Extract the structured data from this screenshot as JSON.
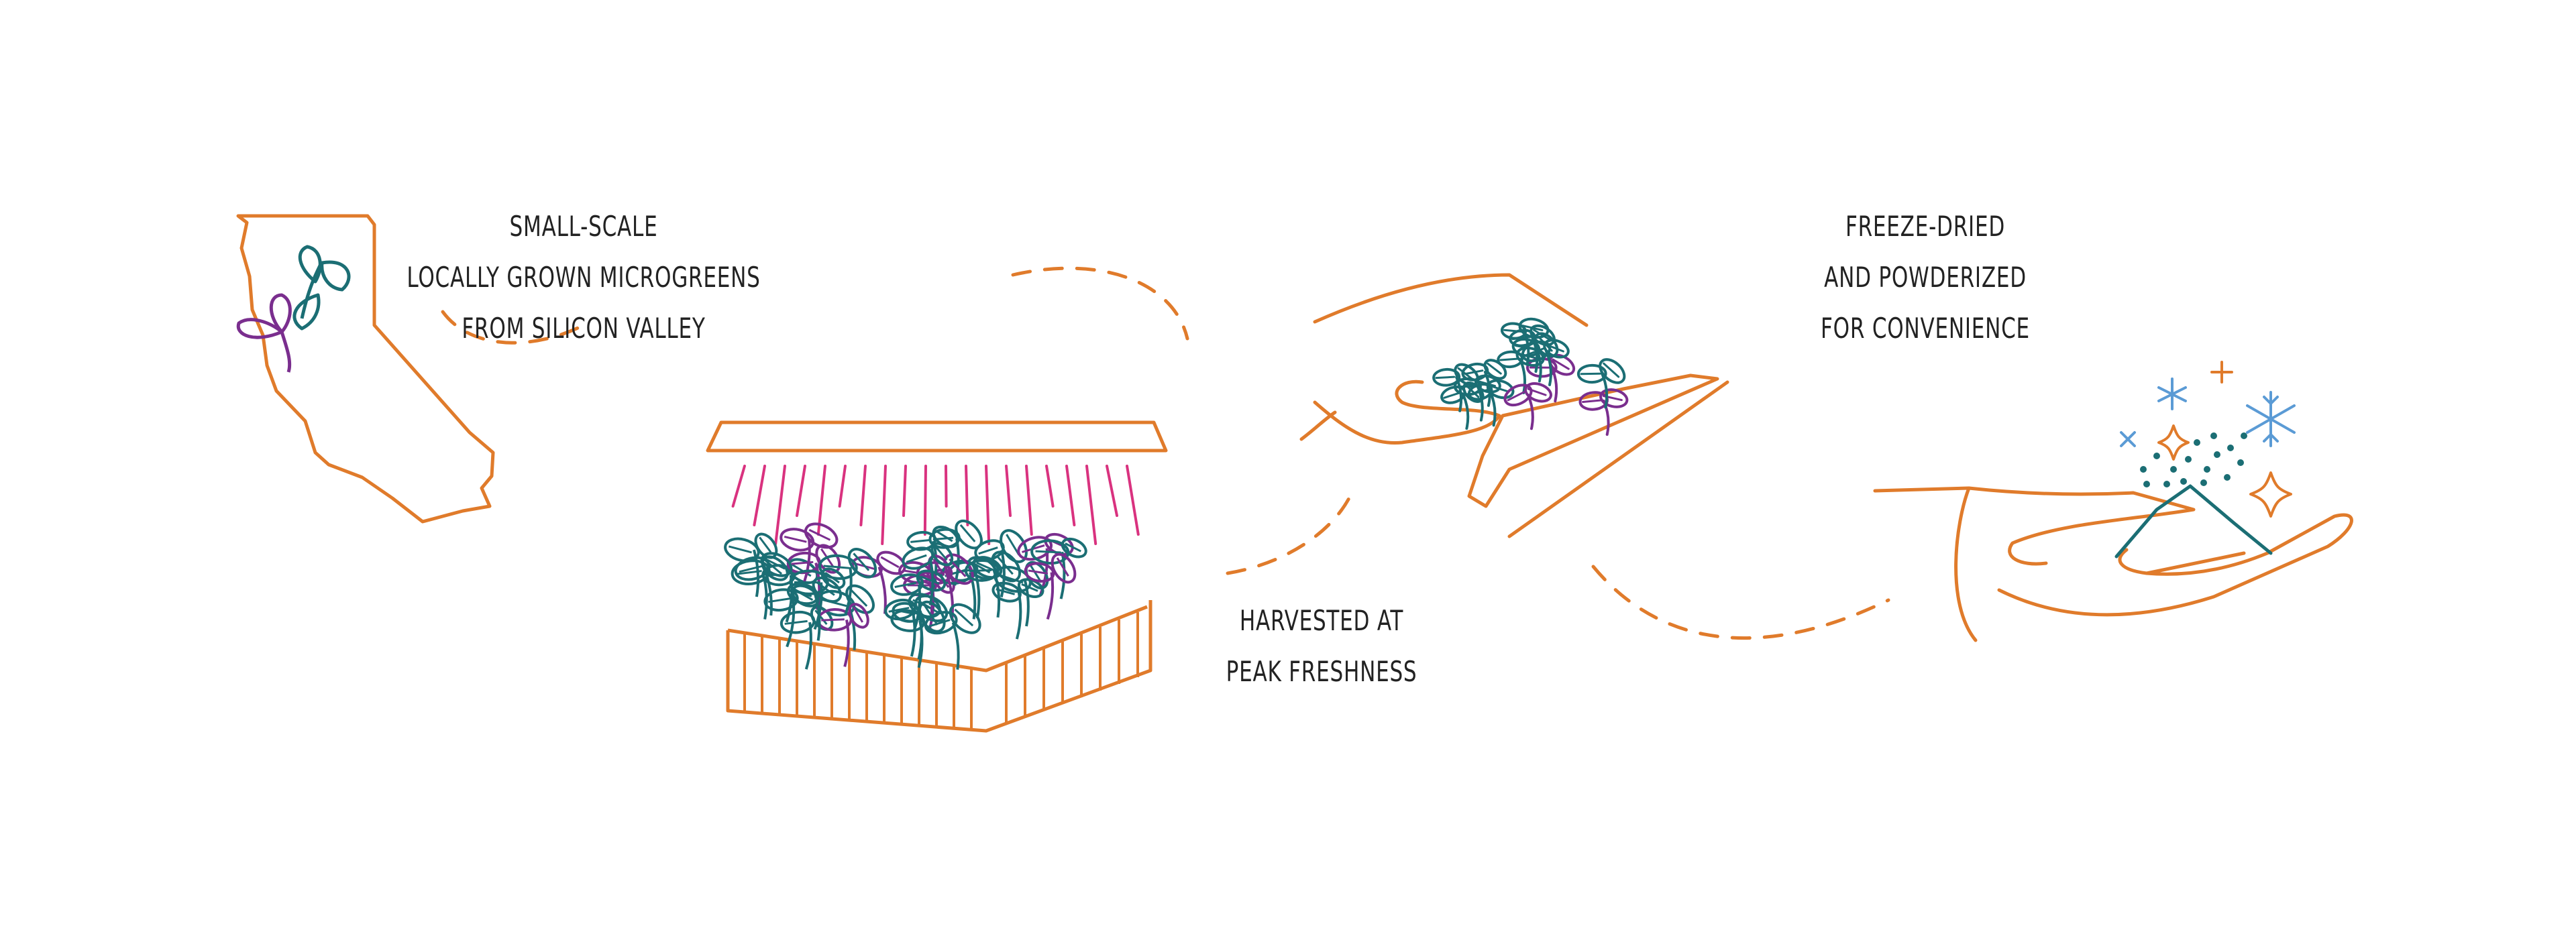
{
  "colors": {
    "orange": "#E07B2B",
    "teal": "#1B6E74",
    "purple": "#7A2E8E",
    "magenta": "#D9327F",
    "ice": "#5B9BD5",
    "text": "#222222"
  },
  "steps": [
    {
      "id": "grow",
      "lines": [
        "SMALL-SCALE",
        "LOCALLY GROWN MICROGREENS",
        "FROM SILICON VALLEY"
      ]
    },
    {
      "id": "harvest",
      "lines": [
        "HARVESTED AT",
        "PEAK FRESHNESS"
      ]
    },
    {
      "id": "dry",
      "lines": [
        "FREEZE-DRIED",
        "AND POWDERIZED",
        "FOR CONVENIENCE"
      ]
    }
  ]
}
